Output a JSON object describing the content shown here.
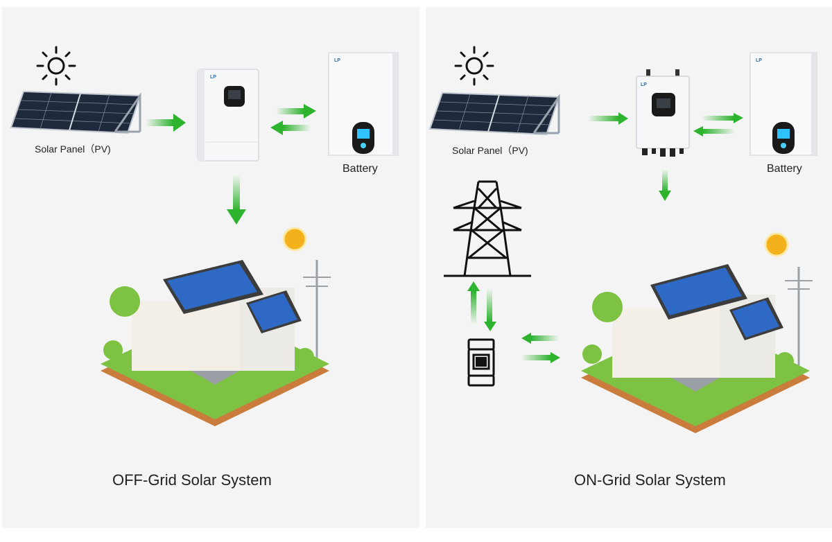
{
  "off_grid": {
    "title": "OFF-Grid Solar System",
    "solar_label": "Solar Panel（PV)",
    "battery_label": "Battery"
  },
  "on_grid": {
    "title": "ON-Grid Solar System",
    "solar_label": "Solar Panel（PV)",
    "battery_label": "Battery"
  },
  "colors": {
    "panel_bg": "#f4f4f4",
    "arrow_green": "#2db32d",
    "sun_yellow": "#f3b21b",
    "solar_cell": "#2a3b5c",
    "roof_blue": "#2f69c6",
    "grass": "#7dc242",
    "soil": "#c97c3c"
  }
}
